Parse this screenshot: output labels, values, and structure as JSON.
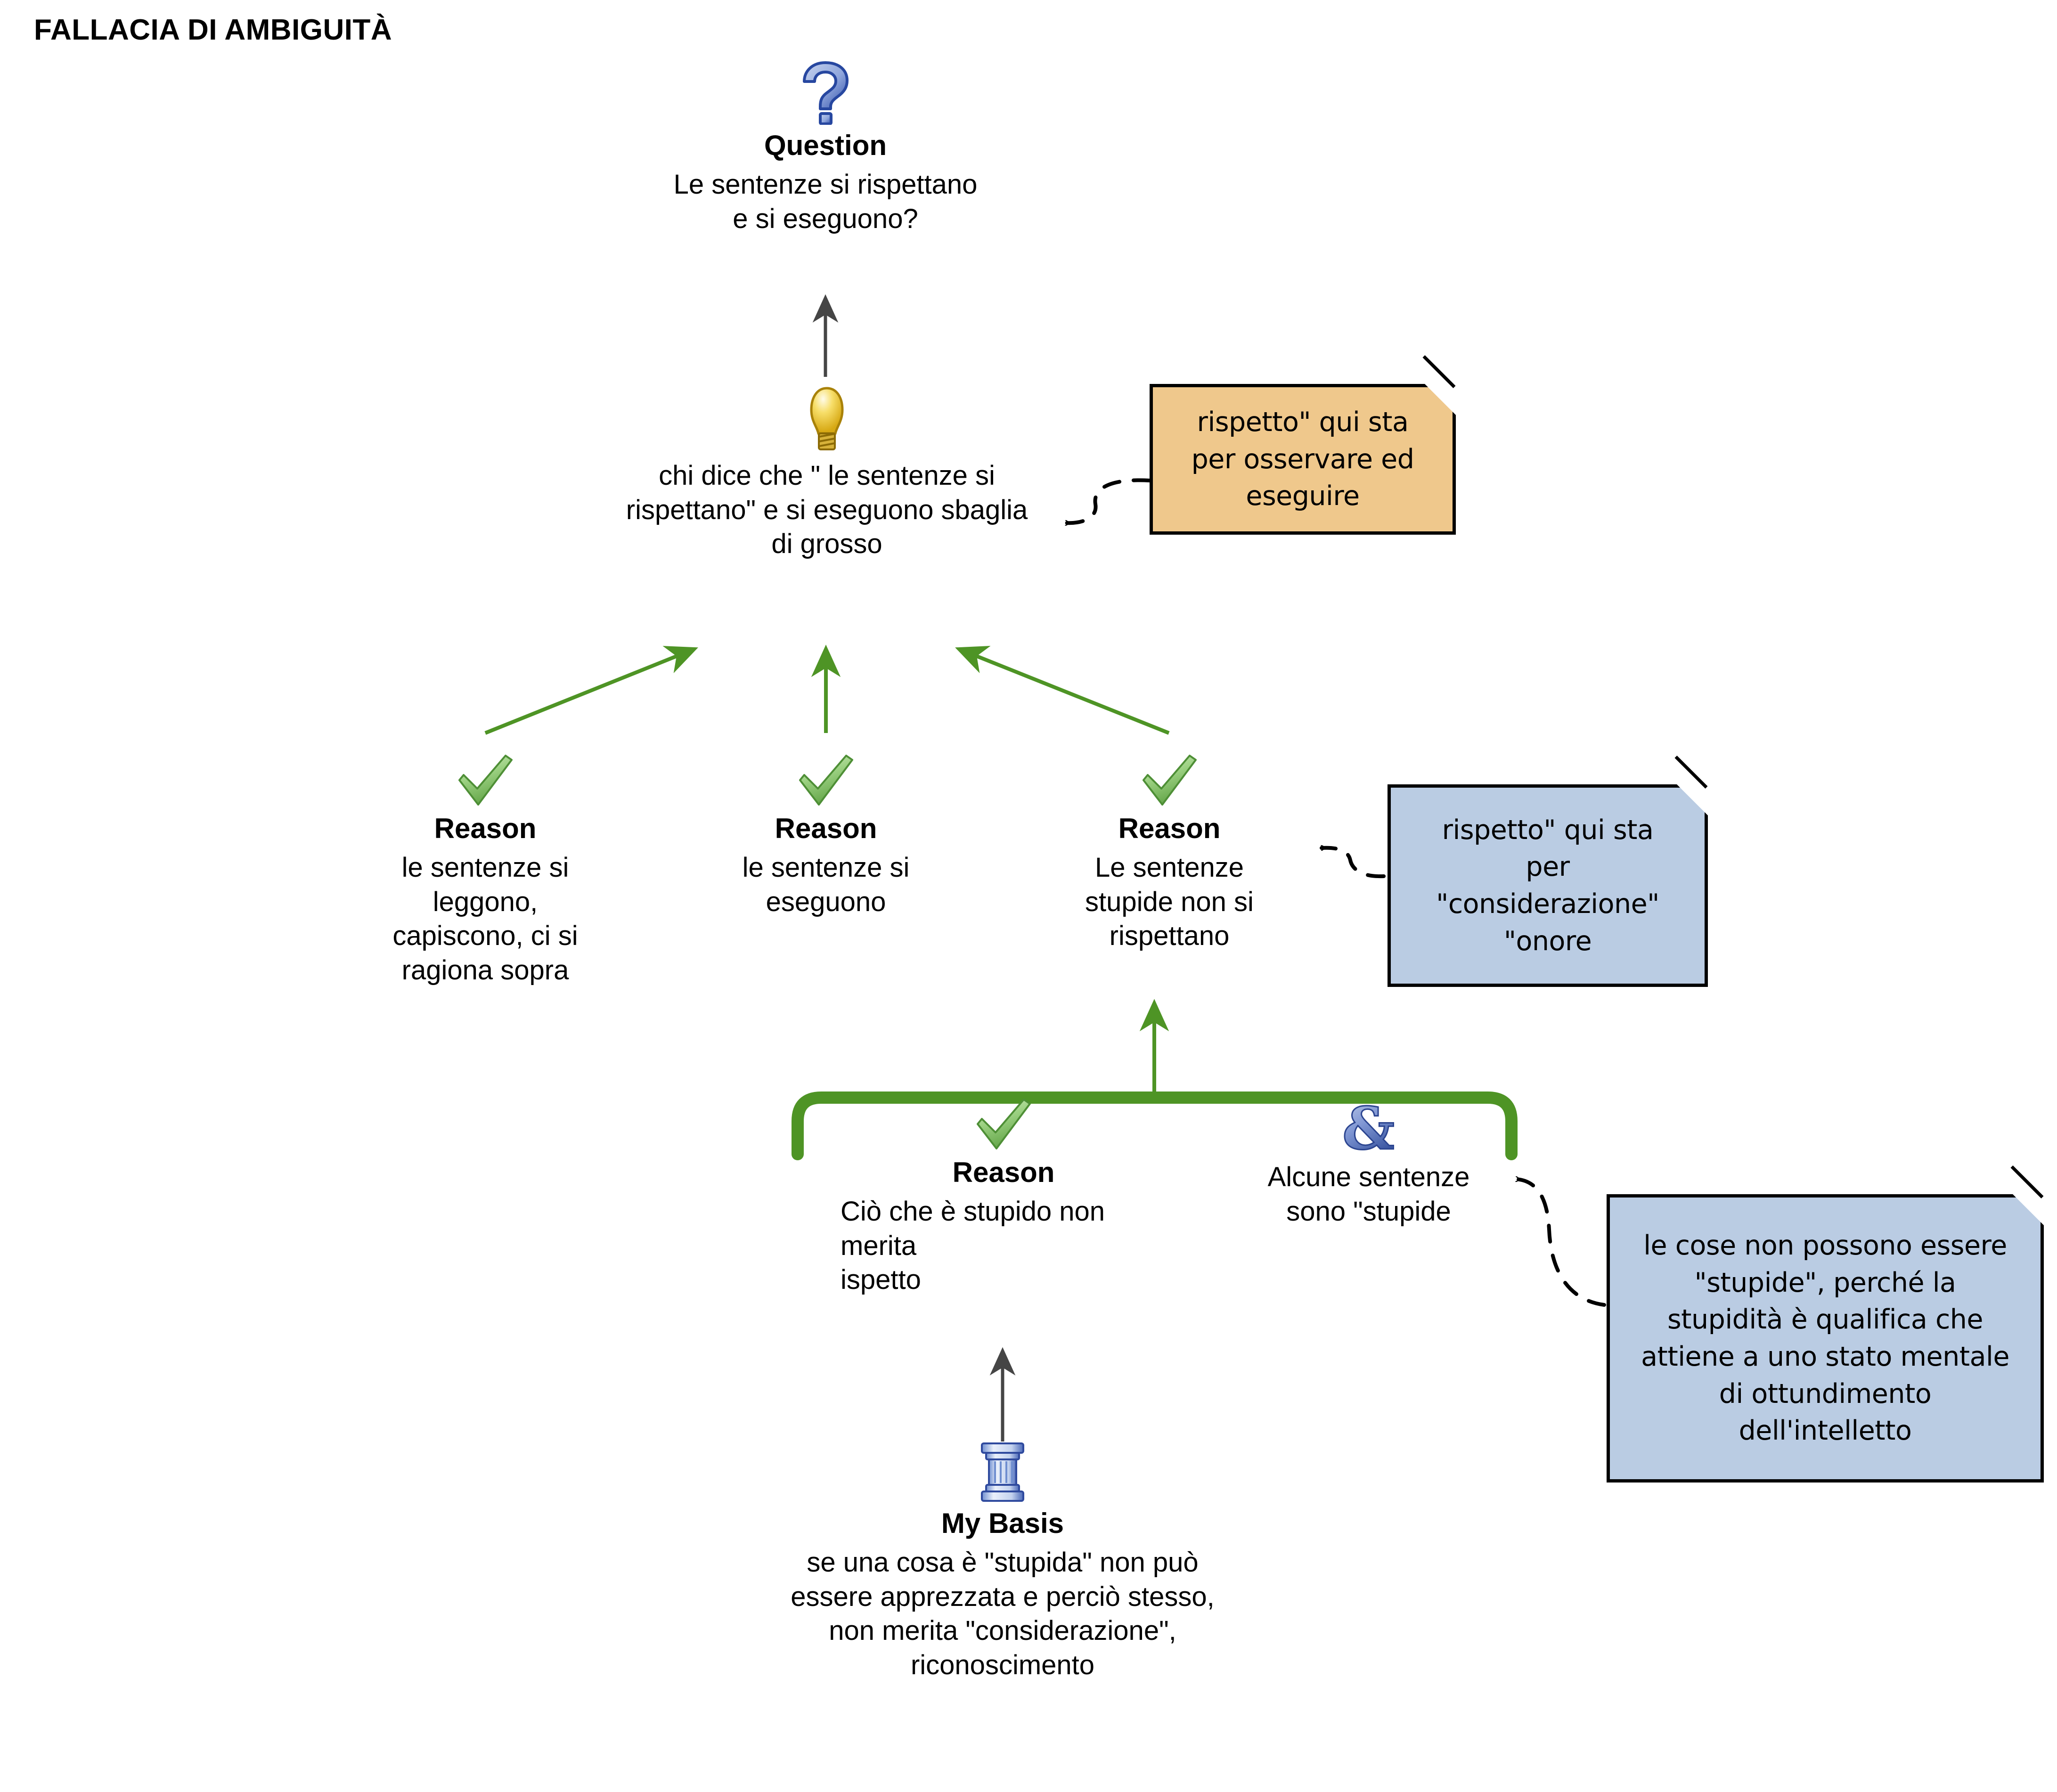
{
  "title": "FALLACIA DI AMBIGUITÀ",
  "colors": {
    "green_arrow": "#4E9425",
    "green_bracket": "#4E9425",
    "gray_arrow": "#454545",
    "note_orange": "#EFC88C",
    "note_blue": "#BACCE3",
    "icon_blue": "#3C5FC0",
    "icon_yellow": "#E8C21C",
    "check_green": "#7DBE62",
    "background": "#FFFFFF"
  },
  "nodes": {
    "question": {
      "icon": "question-mark-icon",
      "type_label": "Question",
      "text": "Le sentenze si rispettano\ne si eseguono?"
    },
    "claim": {
      "icon": "lightbulb-icon",
      "type_label": "",
      "text": "chi dice che \" le sentenze si\nrispettano\" e si eseguono sbaglia\ndi grosso"
    },
    "reason1": {
      "icon": "green-check-icon",
      "type_label": "Reason",
      "text": "le sentenze si\nleggono,\ncapiscono, ci si\nragiona sopra"
    },
    "reason2": {
      "icon": "green-check-icon",
      "type_label": "Reason",
      "text": "le sentenze si\neseguono"
    },
    "reason3": {
      "icon": "green-check-icon",
      "type_label": "Reason",
      "text": "Le sentenze\nstupide non si\nrispettano"
    },
    "reason4": {
      "icon": "green-check-icon",
      "type_label": "Reason",
      "text": "Ciò che è stupido non\nmerita\nispetto"
    },
    "copremise": {
      "icon": "ampersand-icon",
      "type_label": "",
      "text": "Alcune sentenze\nsono \"stupide"
    },
    "basis": {
      "icon": "pillar-icon",
      "type_label": "My Basis",
      "text": "se una cosa è \"stupida\" non può\nessere apprezzata e perciò stesso,\nnon merita \"considerazione\",\nriconoscimento"
    }
  },
  "notes": {
    "note_orange_top": {
      "color": "orange",
      "text": "rispetto\" qui sta\nper osservare ed\neseguire"
    },
    "note_blue_mid": {
      "color": "blue",
      "text": "rispetto\" qui sta\nper\n\"considerazione\"\n\"onore"
    },
    "note_blue_bottom": {
      "color": "blue",
      "text": "le cose non possono essere\n\"stupide\", perché la\nstupidità è qualifica che\nattiene a uno stato mentale\ndi ottundimento\ndell'intelletto"
    }
  }
}
